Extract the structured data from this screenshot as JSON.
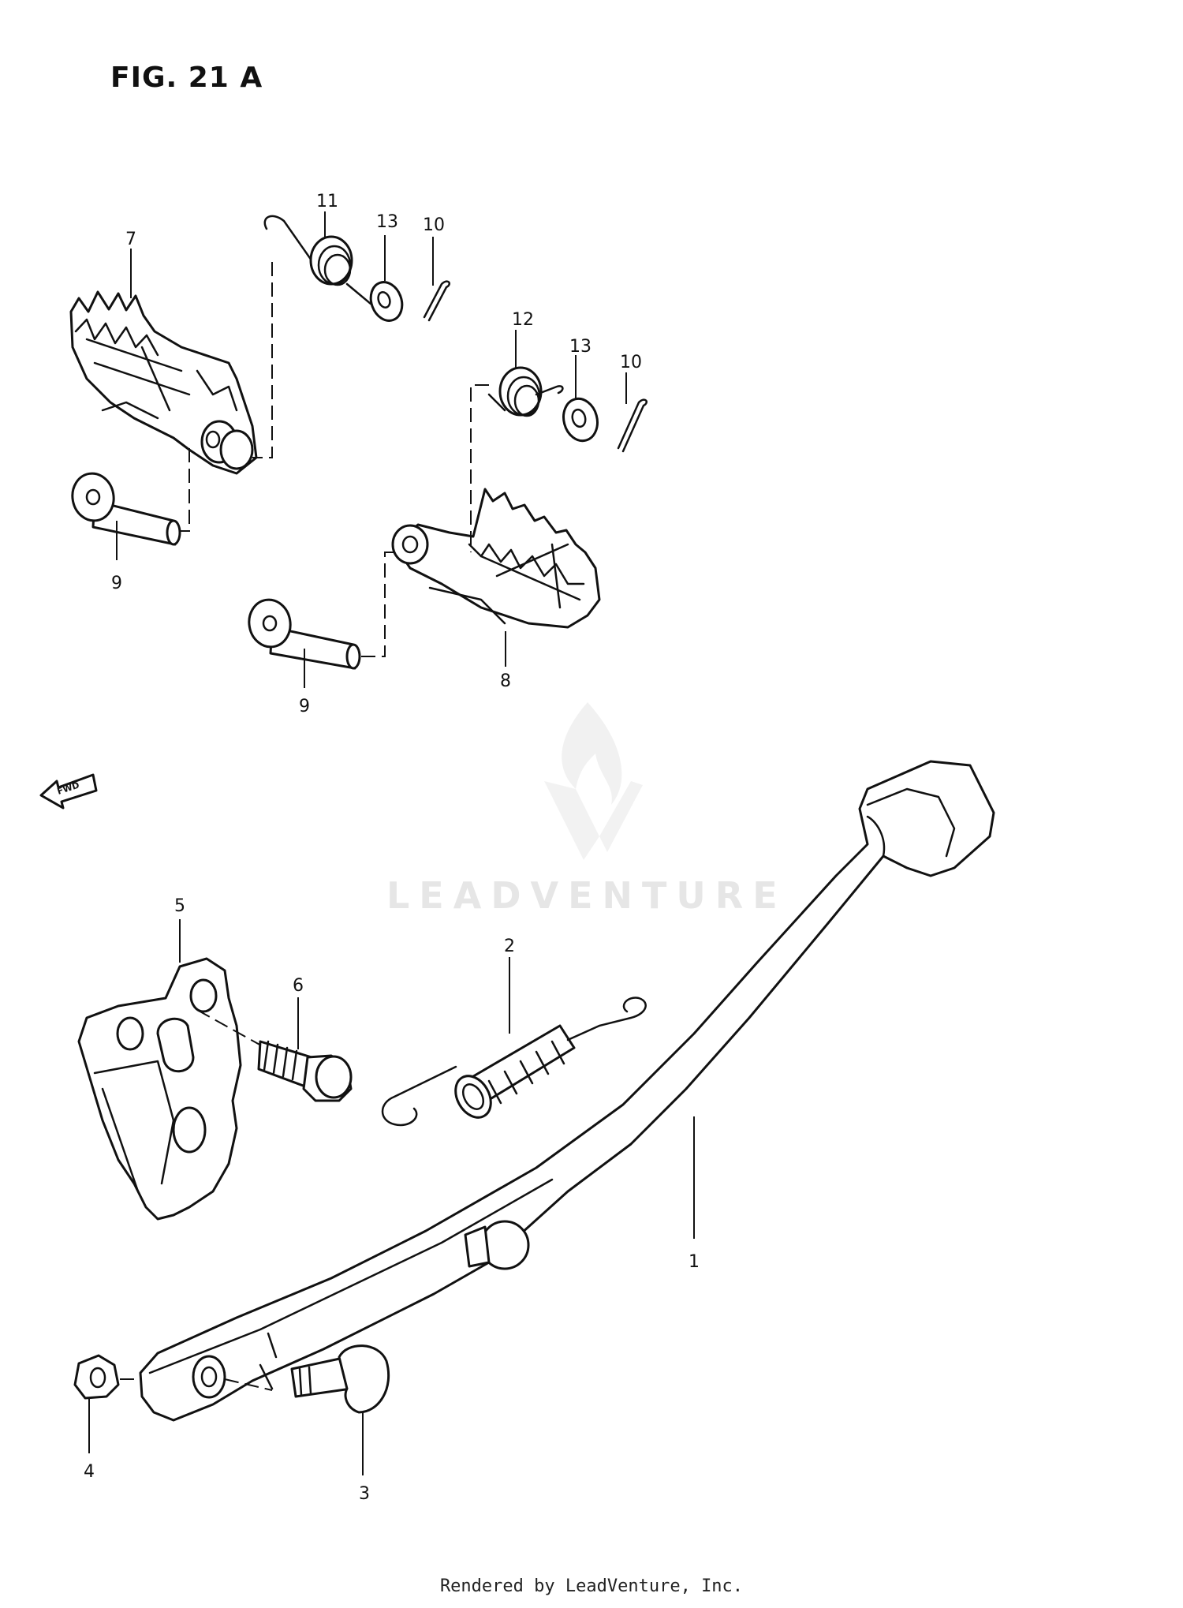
{
  "figure": {
    "title": "FIG. 21 A"
  },
  "watermark": {
    "text": "LEADVENTURE"
  },
  "footer": {
    "text": "Rendered by LeadVenture, Inc."
  },
  "fwd_label": "FWD",
  "callouts": [
    {
      "number": "1",
      "part": "stand"
    },
    {
      "number": "2",
      "part": "stand-spring"
    },
    {
      "number": "3",
      "part": "stand-bolt"
    },
    {
      "number": "4",
      "part": "stand-nut"
    },
    {
      "number": "5",
      "part": "stand-bracket"
    },
    {
      "number": "6",
      "part": "bracket-bolt"
    },
    {
      "number": "7",
      "part": "footrest-left"
    },
    {
      "number": "8",
      "part": "footrest-right"
    },
    {
      "number": "9",
      "part": "footrest-pin-left"
    },
    {
      "number": "9",
      "part": "footrest-pin-right"
    },
    {
      "number": "10",
      "part": "cotter-pin-left"
    },
    {
      "number": "10",
      "part": "cotter-pin-right"
    },
    {
      "number": "11",
      "part": "footrest-spring-left"
    },
    {
      "number": "12",
      "part": "footrest-spring-right"
    },
    {
      "number": "13",
      "part": "washer-left"
    },
    {
      "number": "13",
      "part": "washer-right"
    }
  ]
}
